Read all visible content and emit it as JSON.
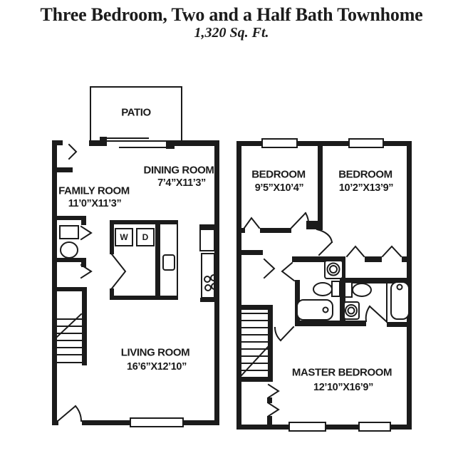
{
  "title": "Three Bedroom, Two and a Half Bath Townhome",
  "subtitle": "1,320 Sq. Ft.",
  "floor1": {
    "patio_label": "PATIO",
    "dining": {
      "name": "DINING ROOM",
      "dims": "7’4”X11’3”"
    },
    "family": {
      "name": "FAMILY ROOM",
      "dims": "11’0”X11’3”"
    },
    "living": {
      "name": "LIVING ROOM",
      "dims": "16’6”X12’10”"
    },
    "washer_label": "W",
    "dryer_label": "D"
  },
  "floor2": {
    "bedroom1": {
      "name": "BEDROOM",
      "dims": "9’5”X10’4”"
    },
    "bedroom2": {
      "name": "BEDROOM",
      "dims": "10’2”X13’9”"
    },
    "master": {
      "name": "MASTER BEDROOM",
      "dims": "12’10”X16’9”"
    }
  },
  "colors": {
    "line": "#1b1b1b",
    "background": "#ffffff"
  }
}
